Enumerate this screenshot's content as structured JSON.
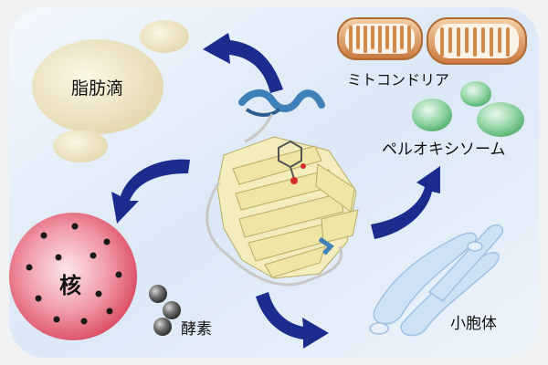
{
  "labels": {
    "lipid_droplet": "脂肪滴",
    "mitochondria": "ミトコンドリア",
    "peroxisome": "ペルオキシソーム",
    "golgi": "小胞体",
    "enzyme": "酵素",
    "nucleus": "核"
  },
  "colors": {
    "background_gradient": [
      "#e8f1fb",
      "#d2e3f4"
    ],
    "frame": "#eef0f2",
    "arrow": "#1a2c8c",
    "lipid": "#f1ead0",
    "mitochondria_outer": "#e0a36a",
    "peroxisome": "#7dc994",
    "golgi": "#a9c9ea",
    "nucleus": "#e66b7f",
    "enzyme": "#5a5a5a",
    "protein_sheet": "#efe6a6",
    "protein_helix": "#3f80b8"
  },
  "icons": [
    "arrow-icon",
    "mitochondrion-icon",
    "peroxisome-icon",
    "golgi-icon",
    "nucleus-icon",
    "enzyme-icon",
    "protein-structure-icon"
  ]
}
